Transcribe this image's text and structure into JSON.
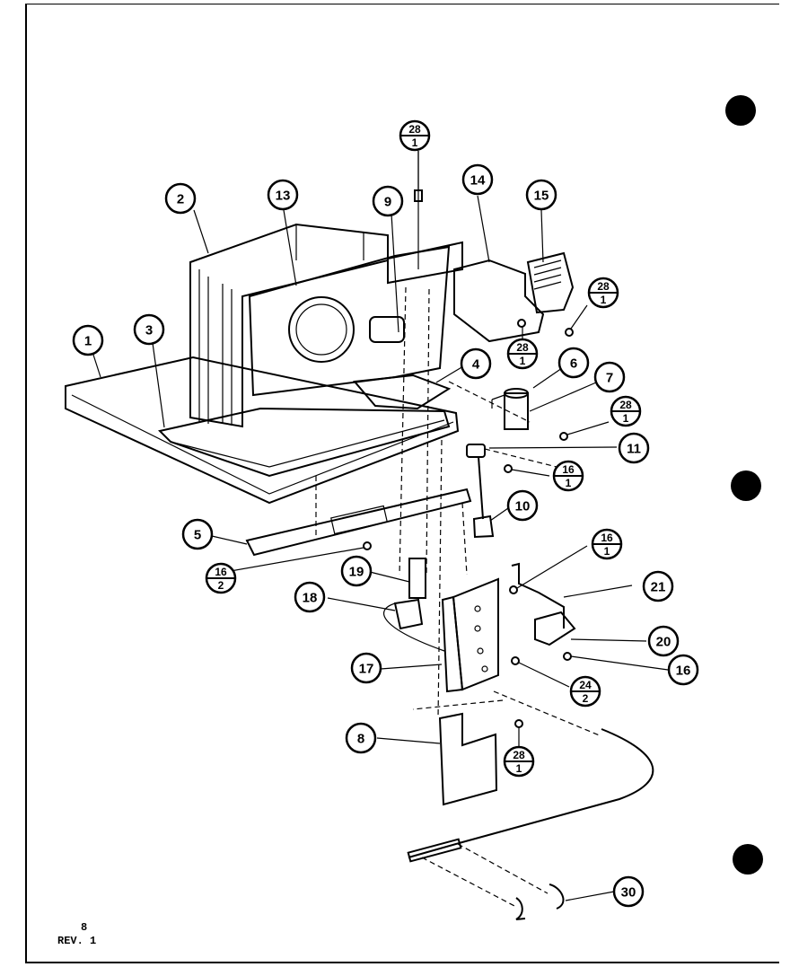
{
  "footer": {
    "page": "8",
    "revision": "REV. 1"
  },
  "callouts": [
    {
      "id": "c1",
      "label": "1"
    },
    {
      "id": "c2",
      "label": "2"
    },
    {
      "id": "c3",
      "label": "3"
    },
    {
      "id": "c4",
      "label": "4"
    },
    {
      "id": "c5",
      "label": "5"
    },
    {
      "id": "c6",
      "label": "6"
    },
    {
      "id": "c7",
      "label": "7"
    },
    {
      "id": "c8",
      "label": "8"
    },
    {
      "id": "c9",
      "label": "9"
    },
    {
      "id": "c10",
      "label": "10"
    },
    {
      "id": "c11",
      "label": "11"
    },
    {
      "id": "c13",
      "label": "13"
    },
    {
      "id": "c14",
      "label": "14"
    },
    {
      "id": "c15",
      "label": "15"
    },
    {
      "id": "c16",
      "label": "16"
    },
    {
      "id": "c17",
      "label": "17"
    },
    {
      "id": "c18",
      "label": "18"
    },
    {
      "id": "c19",
      "label": "19"
    },
    {
      "id": "c20",
      "label": "20"
    },
    {
      "id": "c21",
      "label": "21"
    },
    {
      "id": "c30",
      "label": "30"
    }
  ],
  "fraction_callouts": [
    {
      "id": "f_top",
      "top": "28",
      "bottom": "1"
    },
    {
      "id": "f_15",
      "top": "28",
      "bottom": "1"
    },
    {
      "id": "f_14",
      "top": "28",
      "bottom": "1"
    },
    {
      "id": "f_7",
      "top": "28",
      "bottom": "1"
    },
    {
      "id": "f_11",
      "top": "16",
      "bottom": "1"
    },
    {
      "id": "f_5",
      "top": "16",
      "bottom": "2"
    },
    {
      "id": "f_21",
      "top": "16",
      "bottom": "1"
    },
    {
      "id": "f_20",
      "top": "24",
      "bottom": "2"
    },
    {
      "id": "f_17",
      "top": "28",
      "bottom": "1"
    }
  ]
}
